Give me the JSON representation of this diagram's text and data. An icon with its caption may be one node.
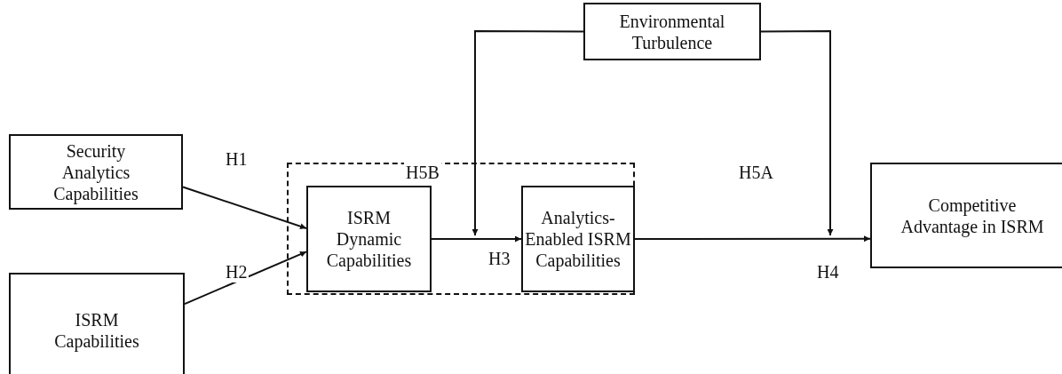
{
  "diagram": {
    "nodes": [
      {
        "text": [
          "Security Analytics Capabilities"
        ]
      },
      {
        "text": [
          "ISRM Capabilities"
        ]
      },
      {
        "text": [],
        "shape": "box"
      },
      {
        "text": [
          "ISRM Dynamic Capabilities"
        ],
        "in": 2
      },
      {
        "text": [
          "Analytics-Enabled ISRM Capabilities"
        ],
        "in": 2
      },
      {
        "text": [
          "Environmental Turbulence"
        ]
      },
      {
        "text": [
          "Competitive Advantage in ISRM"
        ]
      }
    ],
    "edges": [
      {
        "from": 0,
        "to": 3,
        "arrow": "to",
        "label": "H1"
      },
      {
        "from": 1,
        "to": 3,
        "arrow": "to",
        "label": "H2"
      },
      {
        "from": 3,
        "to": 4,
        "arrow": "to",
        "label": "H3"
      },
      {
        "from": 4,
        "to": 6,
        "arrow": "to",
        "label": "H4"
      },
      {
        "from": 5,
        "to": null,
        "arrow": "to",
        "label": "H5B"
      },
      {
        "from": 5,
        "to": null,
        "arrow": "to",
        "label": "H5A"
      }
    ]
  }
}
